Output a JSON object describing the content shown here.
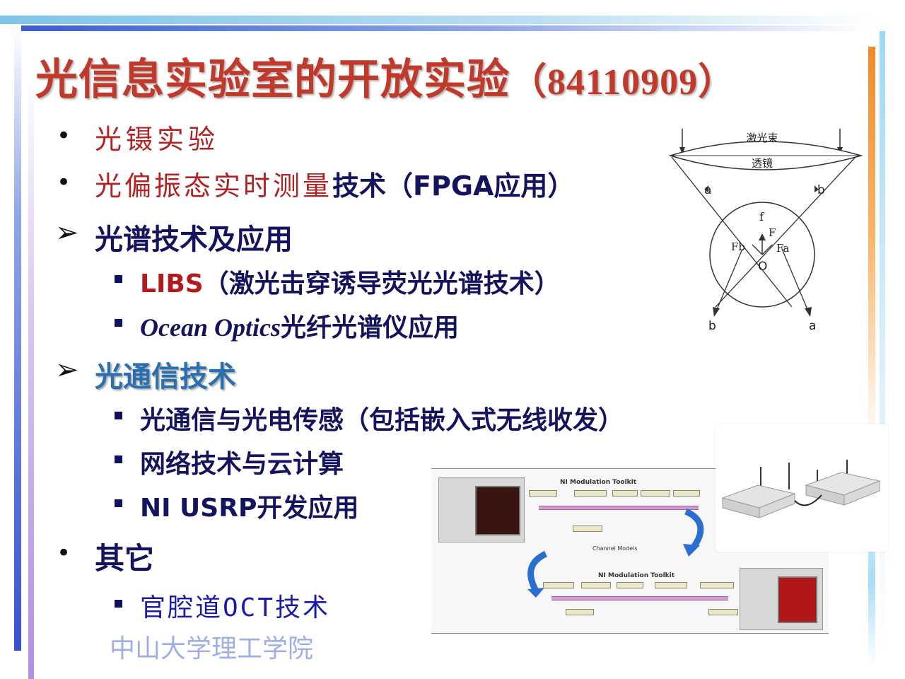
{
  "title": {
    "main": "光信息实验室的开放实验",
    "phone": "（84110909）"
  },
  "items": {
    "tweezers": "光镊实验",
    "polarization_red": "光偏振态实时测量",
    "polarization_rest": "技术（FPGA应用）",
    "spectrum": "光谱技术及应用",
    "libs_bold": "LIBS",
    "libs_rest": "（激光击穿诱导荧光光谱技术）",
    "ocean_italic": "Ocean Optics",
    "ocean_rest": "光纤光谱仪应用",
    "optcomm": "光通信技术",
    "optcomm_sub1": "光通信与光电传感（包括嵌入式无线收发）",
    "optcomm_sub2": "网络技术与云计算",
    "optcomm_sub3": "NI USRP开发应用",
    "others": "其它",
    "oct": "官腔道OCT技术"
  },
  "footer": "中山大学理工学院",
  "diagram": {
    "beam_label": "激光束",
    "lens_label": "透镜",
    "a": "a",
    "b": "b",
    "f": "f",
    "F": "F",
    "Fb": "Fb",
    "Fa": "Fa",
    "O": "O"
  },
  "ni_figure": {
    "title_top": "NI Modulation Toolkit",
    "title_bottom": "NI Modulation Toolkit",
    "channel_models": "Channel Models"
  },
  "colors": {
    "title": "#c0392b",
    "red_text": "#b22222",
    "navy_text": "#14145e",
    "highlight_blue": "#2a6fb0",
    "footer": "#a0aee6"
  }
}
